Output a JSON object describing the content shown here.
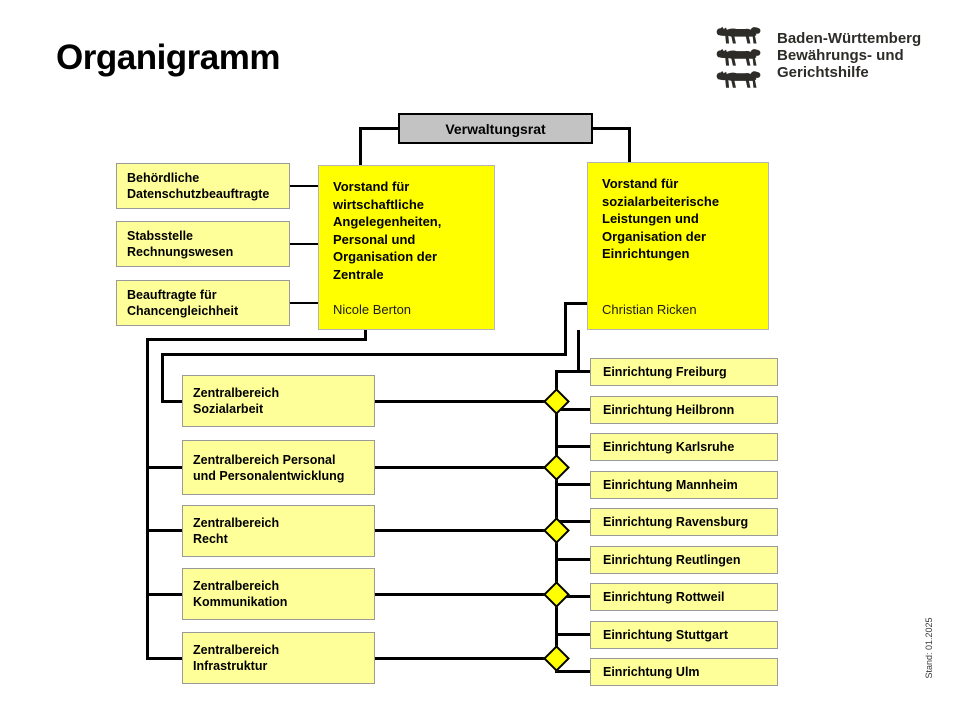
{
  "page": {
    "title": "Organigramm",
    "stand_note": "Stand: 01.2025"
  },
  "logo": {
    "icon": "three-lions",
    "lines": [
      "Baden-Württemberg",
      "Bewährungs- und",
      "Gerichtshilfe"
    ],
    "text_combined": "Baden-Württemberg\nBewährungs- und\nGerichtshilfe"
  },
  "board": {
    "label": "Verwaltungsrat"
  },
  "staff_units": [
    {
      "label": "Behördliche\nDatenschutzbeauftragte"
    },
    {
      "label": "Stabsstelle\nRechnungswesen"
    },
    {
      "label": "Beauftragte für\nChancengleichheit"
    }
  ],
  "executives": [
    {
      "role": "Vorstand für\nwirtschaftliche\nAngelegenheiten,\nPersonal und\nOrganisation der\nZentrale",
      "name": "Nicole Berton"
    },
    {
      "role": "Vorstand für\nsozialarbeiterische\nLeistungen und\nOrganisation der\nEinrichtungen",
      "name": "Christian Ricken"
    }
  ],
  "central_units": [
    {
      "label": "Zentralbereich\nSozialarbeit"
    },
    {
      "label": "Zentralbereich Personal\nund Personalentwicklung"
    },
    {
      "label": "Zentralbereich\nRecht"
    },
    {
      "label": "Zentralbereich\nKommunikation"
    },
    {
      "label": "Zentralbereich\nInfrastruktur"
    }
  ],
  "facilities": [
    {
      "label": "Einrichtung Freiburg"
    },
    {
      "label": "Einrichtung Heilbronn"
    },
    {
      "label": "Einrichtung Karlsruhe"
    },
    {
      "label": "Einrichtung Mannheim"
    },
    {
      "label": "Einrichtung Ravensburg"
    },
    {
      "label": "Einrichtung Reutlingen"
    },
    {
      "label": "Einrichtung Rottweil"
    },
    {
      "label": "Einrichtung Stuttgart"
    },
    {
      "label": "Einrichtung Ulm"
    }
  ],
  "colors": {
    "executive_fill": "#ffff00",
    "unit_fill": "#ffff99",
    "board_fill": "#c3c3c3",
    "connector": "#000000",
    "diamond_fill": "#ffff00"
  }
}
